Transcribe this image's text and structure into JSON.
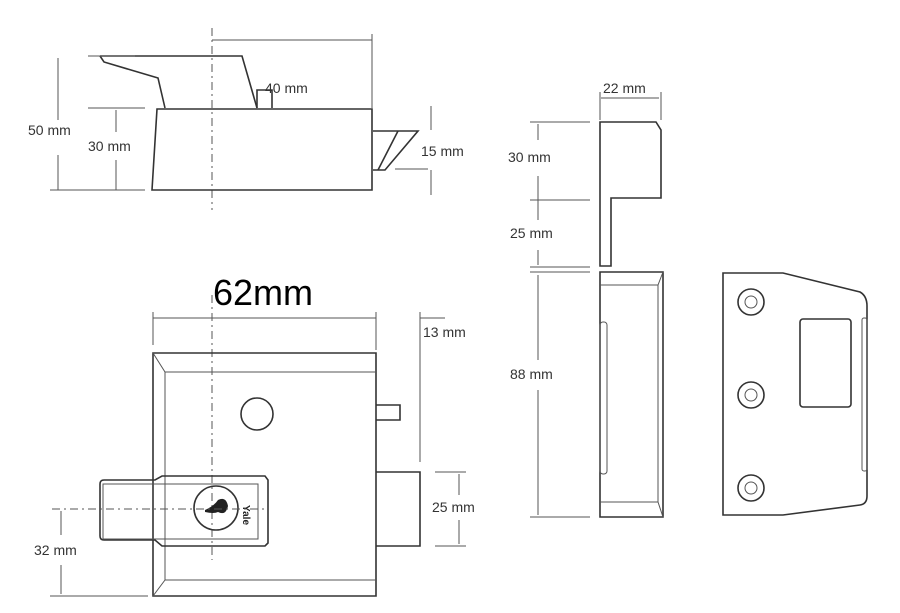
{
  "diagram": {
    "type": "technical-dimension-drawing",
    "subject": "nightlatch lock",
    "views": {
      "side_view": {
        "labels": {
          "height_total": "50 mm",
          "body_height": "30 mm",
          "projection": "40 mm",
          "bolt_height": "15 mm"
        }
      },
      "staple_side_view": {
        "labels": {
          "width": "22 mm",
          "top_section": "30 mm",
          "lip_section": "25 mm",
          "body_height": "88 mm"
        }
      },
      "front_view": {
        "labels": {
          "width": "62mm",
          "backset": "13 mm",
          "bolt_height": "25 mm",
          "cylinder_height": "32 mm"
        },
        "brand_mark": "Yale"
      },
      "staple_front_view": {
        "screw_holes": 3
      }
    }
  }
}
